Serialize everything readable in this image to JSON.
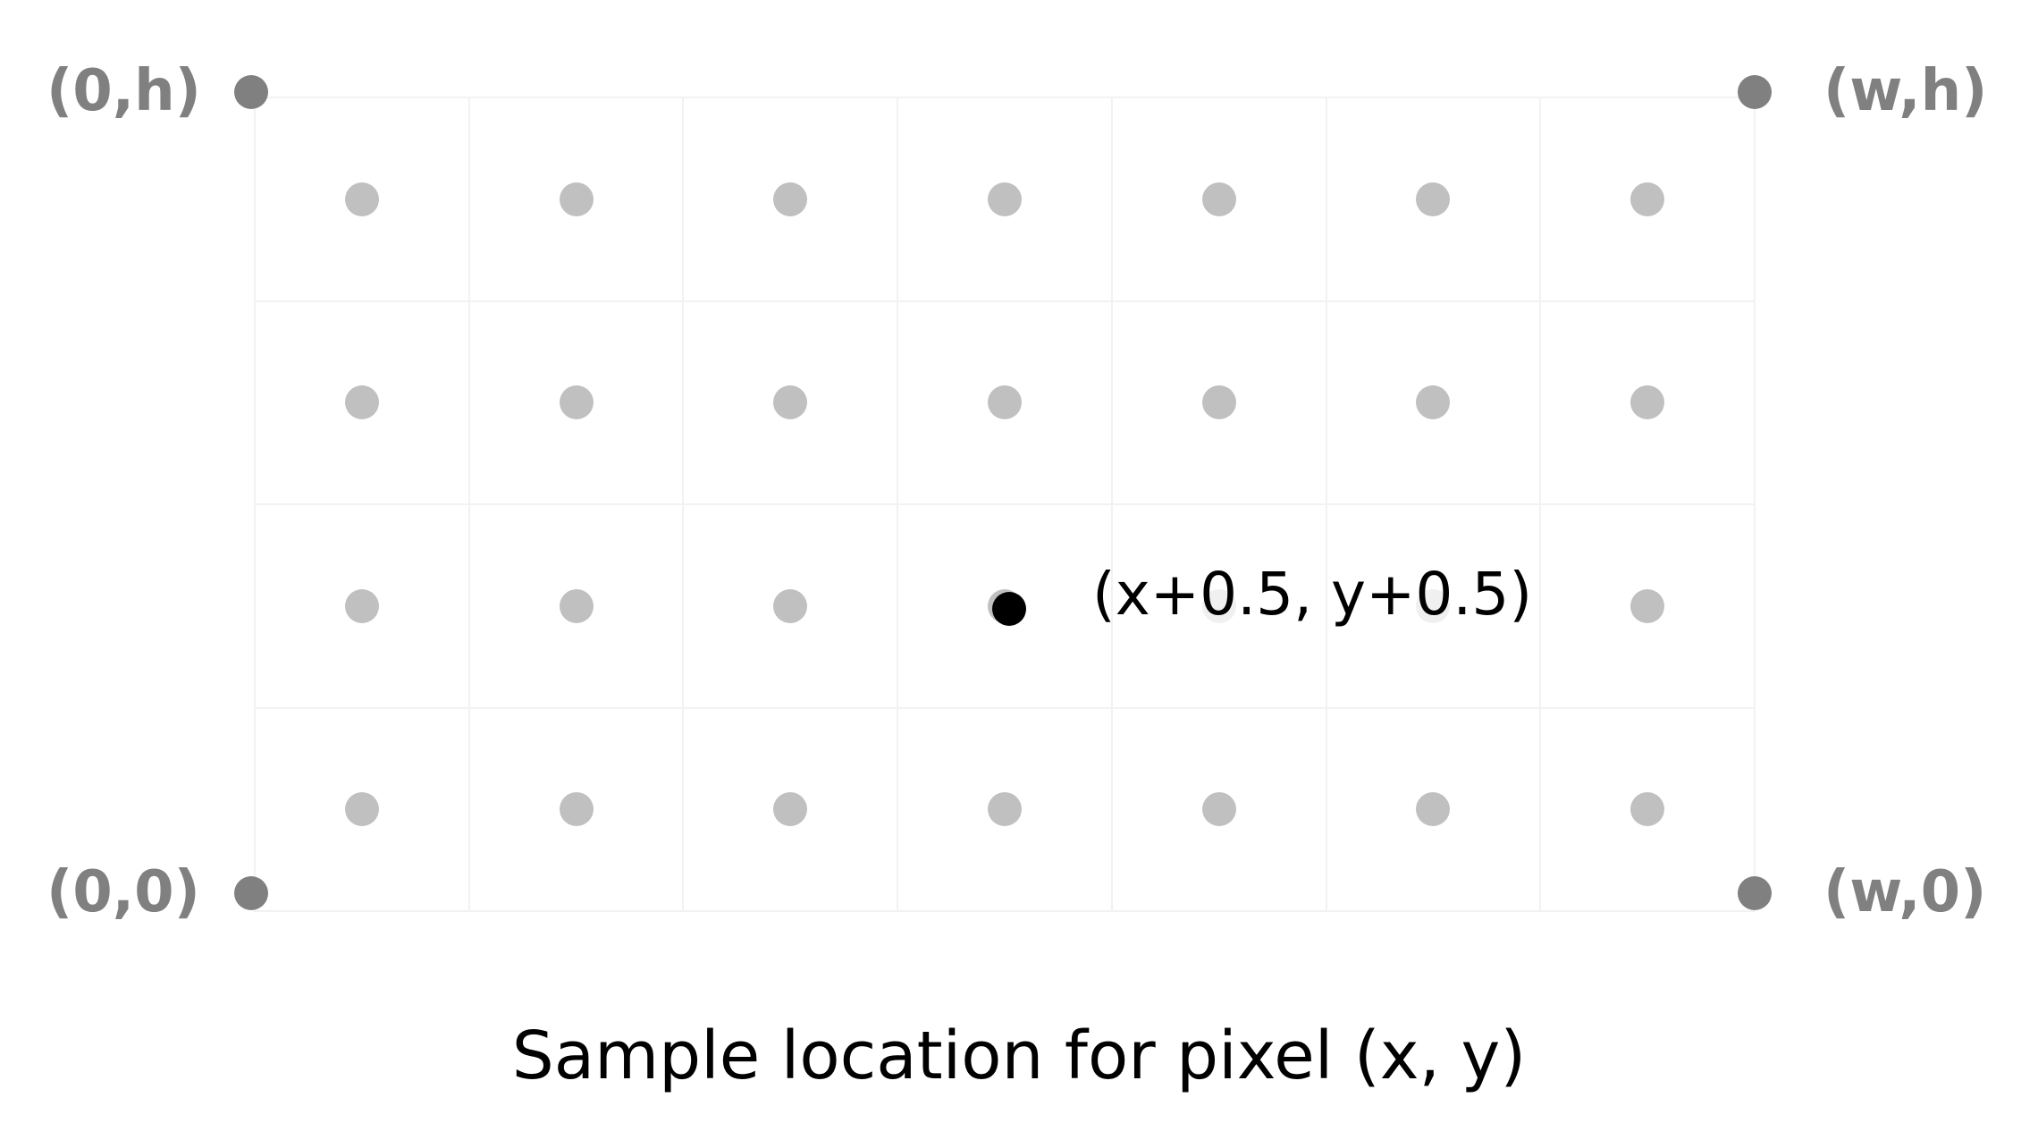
{
  "corners": {
    "top_left": "(0,h)",
    "top_right": "(w,h)",
    "bottom_left": "(0,0)",
    "bottom_right": "(w,0)"
  },
  "grid": {
    "columns": 7,
    "rows": 4
  },
  "highlight": {
    "column": 4,
    "row": 3,
    "label": "(x+0.5, y+0.5)"
  },
  "caption": "Sample location for pixel (x, y)",
  "colors": {
    "corner": "#808080",
    "sample_dots": "#c0c0c0",
    "highlight": "#000000",
    "grid_lines": "#f2f2f2"
  }
}
